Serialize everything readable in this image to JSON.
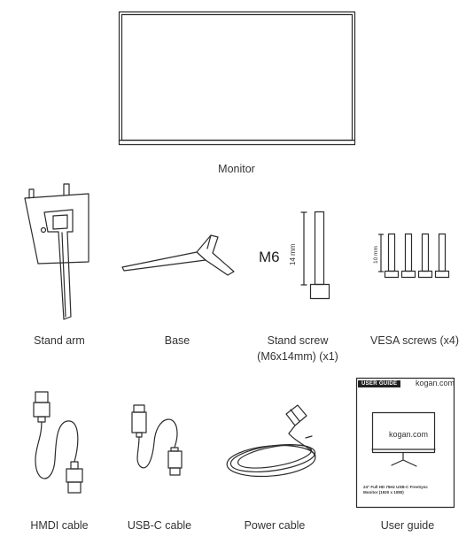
{
  "items": [
    {
      "id": "monitor",
      "label": "Monitor"
    },
    {
      "id": "stand-arm",
      "label": "Stand arm"
    },
    {
      "id": "base",
      "label": "Base"
    },
    {
      "id": "stand-screw",
      "label": "Stand screw",
      "sub": "(M6x14mm) (x1)",
      "size_tag": "M6",
      "length": "14 mm"
    },
    {
      "id": "vesa-screws",
      "label": "VESA screws (x4)",
      "length": "10 mm"
    },
    {
      "id": "hdmi-cable",
      "label": "HMDI cable"
    },
    {
      "id": "usbc-cable",
      "label": "USB-C cable"
    },
    {
      "id": "power-cable",
      "label": "Power cable"
    },
    {
      "id": "user-guide",
      "label": "User guide",
      "guide_tag": "USER GUIDE",
      "guide_brand": "kogan.com",
      "guide_desc": "24\" Full HD 75Hz USB-C FreeSync Monitor (1920 x 1080)"
    }
  ]
}
